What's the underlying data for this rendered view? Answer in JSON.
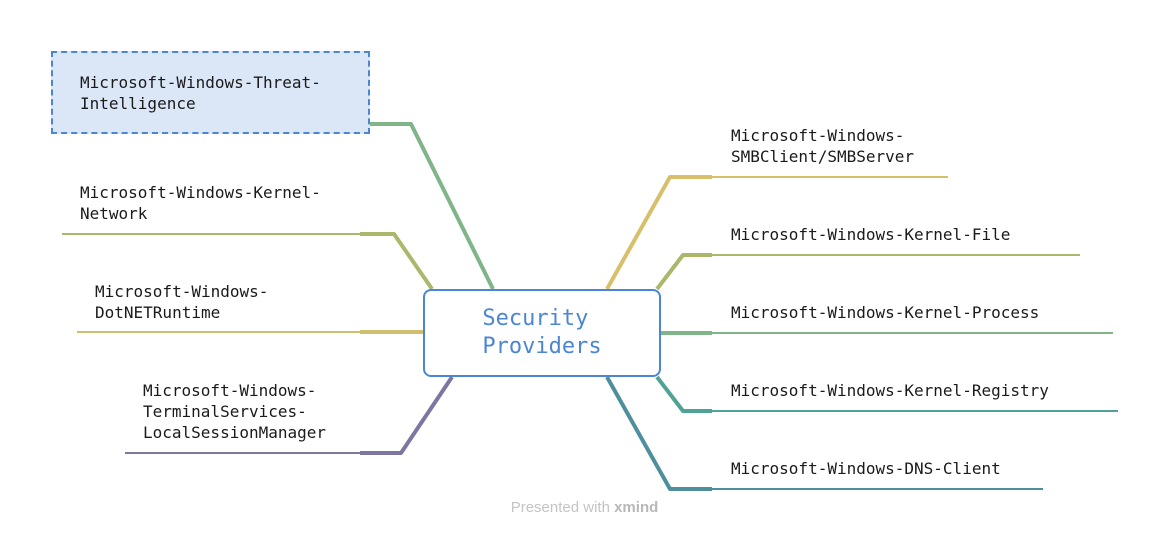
{
  "central_topic": "Security\nProviders",
  "topics_left": [
    {
      "label": "Microsoft-Windows-Threat-\nIntelligence",
      "color": "#7fb589",
      "selected": true
    },
    {
      "label": "Microsoft-Windows-Kernel-\nNetwork",
      "color": "#a9b86a"
    },
    {
      "label": "Microsoft-Windows-\nDotNETRuntime",
      "color": "#cfc070"
    },
    {
      "label": "Microsoft-Windows-\nTerminalServices-\nLocalSessionManager",
      "color": "#7e76a0"
    }
  ],
  "topics_right": [
    {
      "label": "Microsoft-Windows-\nSMBClient/SMBServer",
      "color": "#d8c06a"
    },
    {
      "label": "Microsoft-Windows-Kernel-File",
      "color": "#a9b86a"
    },
    {
      "label": "Microsoft-Windows-Kernel-Process",
      "color": "#7fb589"
    },
    {
      "label": "Microsoft-Windows-Kernel-Registry",
      "color": "#4fa394"
    },
    {
      "label": "Microsoft-Windows-DNS-Client",
      "color": "#4e8f9e"
    }
  ],
  "central_color": "#4a86d4",
  "footer": {
    "prefix": "Presented with ",
    "brand": "xmind"
  }
}
